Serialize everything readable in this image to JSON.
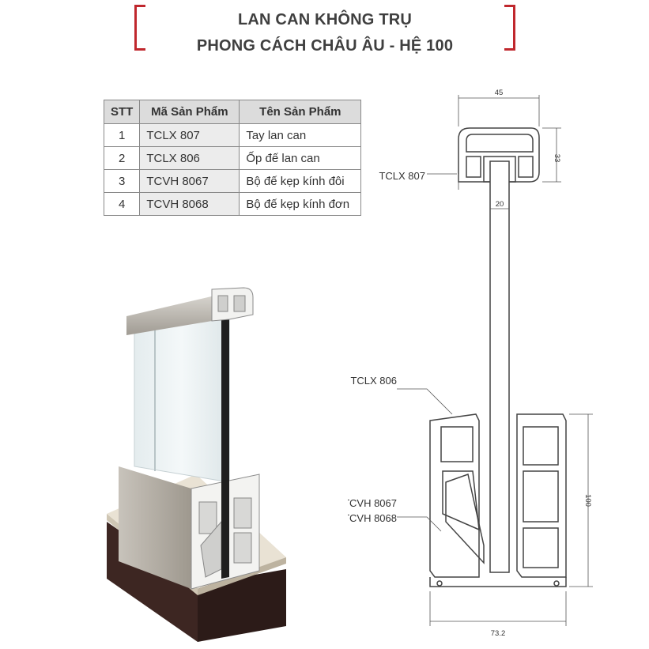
{
  "title": {
    "line1": "LAN CAN KHÔNG TRỤ",
    "line2": "PHONG CÁCH CHÂU ÂU - HỆ 100"
  },
  "table": {
    "headers": [
      "STT",
      "Mã Sản Phẩm",
      "Tên Sản Phẩm"
    ],
    "rows": [
      [
        "1",
        "TCLX 807",
        "Tay lan can"
      ],
      [
        "2",
        "TCLX 806",
        "Ốp đế lan can"
      ],
      [
        "3",
        "TCVH 8067",
        "Bộ đế kẹp kính đôi"
      ],
      [
        "4",
        "TCVH 8068",
        "Bộ đế kẹp kính đơn"
      ]
    ]
  },
  "drawing": {
    "callouts": {
      "handrail": "TCLX 807",
      "cover": "TCLX 806",
      "base_a": "TCVH 8067",
      "base_b": "TCVH 8068"
    },
    "dimensions": {
      "handrail_width": "45",
      "handrail_height": "33",
      "glass_width": "20",
      "base_height": "100",
      "base_width": "73.2"
    }
  },
  "colors": {
    "accent": "#c0272d",
    "line": "#444444"
  }
}
